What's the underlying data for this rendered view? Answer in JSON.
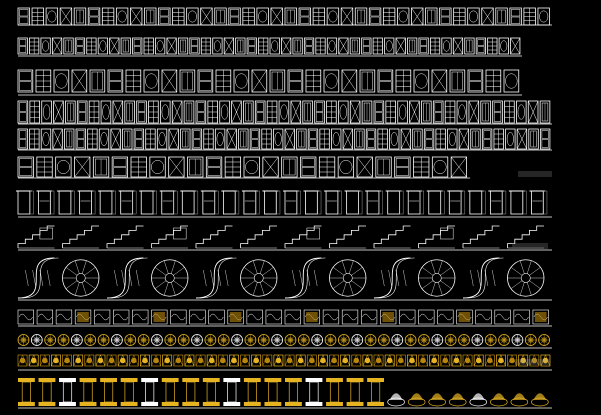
{
  "colors": {
    "background": "#000000",
    "drawing_line": "#ffffff",
    "drawing_dim": "#9a9a9a",
    "ornament": "#e6b422",
    "ornament_dark": "#b8860b"
  },
  "drawing_sheet": {
    "rows": [
      {
        "name": "door-elevations-row-1",
        "kind": "door",
        "count": 38
      },
      {
        "name": "door-elevations-row-2",
        "kind": "door",
        "count": 44
      },
      {
        "name": "door-elevations-row-3",
        "kind": "door",
        "count": 28
      },
      {
        "name": "door-elevations-row-4",
        "kind": "door",
        "count": 45
      },
      {
        "name": "door-elevations-row-5",
        "kind": "door",
        "count": 46
      },
      {
        "name": "door-elevations-row-6",
        "kind": "door",
        "count": 24
      },
      {
        "name": "door-frame-row",
        "kind": "frame",
        "count": 26
      },
      {
        "name": "stair-sections-row",
        "kind": "stair",
        "count": 12
      },
      {
        "name": "spiral-stairs-row",
        "kind": "spiral",
        "count": 12
      },
      {
        "name": "carved-panels-row",
        "kind": "panel",
        "count": 28
      },
      {
        "name": "rosettes-row",
        "kind": "rosette",
        "count": 40
      },
      {
        "name": "ornament-strip-row",
        "kind": "strip",
        "count": 48
      },
      {
        "name": "columns-and-figures-row",
        "kind": "column",
        "count": 26
      }
    ]
  }
}
